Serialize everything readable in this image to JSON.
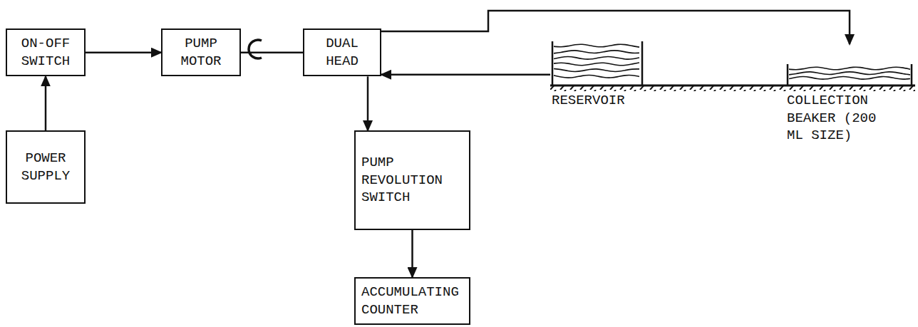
{
  "diagram": {
    "nodes": [
      {
        "text": [
          "ON-OFF SWITCH"
        ]
      },
      {
        "text": [
          "PUMP MOTOR"
        ]
      },
      {
        "text": [
          "DUAL HEAD"
        ]
      },
      {
        "text": [
          "RESERVOIR"
        ]
      },
      {
        "text": [
          "COLLECTION BEAKER (200 ML SIZE)"
        ]
      },
      {
        "text": [
          "POWER SUPPLY"
        ]
      },
      {
        "text": [
          "PUMP REVOLUTION SWITCH"
        ]
      },
      {
        "text": [
          "ACCUMULATING COUNTER"
        ]
      }
    ],
    "edges": [
      {
        "from": 0,
        "to": 1,
        "arrow": "to"
      },
      {
        "from": 1,
        "to": 2,
        "arrow": "none"
      },
      {
        "from": 5,
        "to": 0,
        "arrow": "to"
      },
      {
        "from": 2,
        "to": 6,
        "arrow": "to"
      },
      {
        "from": 6,
        "to": 7,
        "arrow": "to"
      },
      {
        "from": 3,
        "to": 2,
        "arrow": "to"
      },
      {
        "from": 2,
        "to": 4,
        "arrow": "to"
      }
    ]
  }
}
